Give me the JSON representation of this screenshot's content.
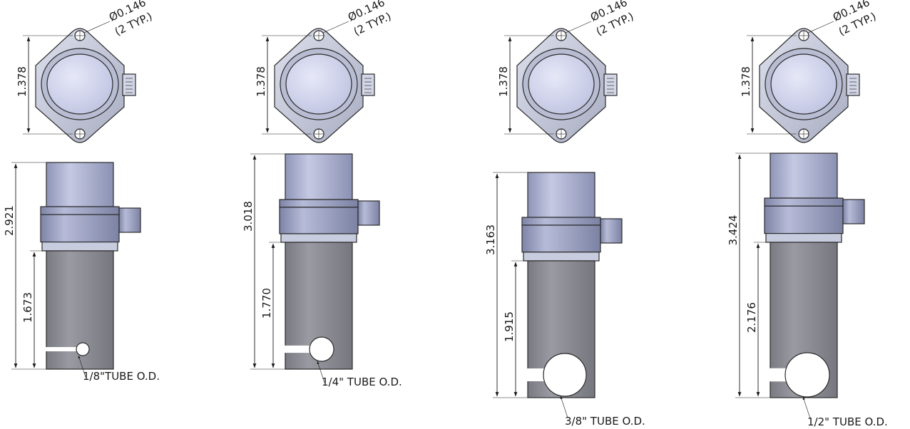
{
  "colors": {
    "flange": "#c6c9d9",
    "face": "#cfd2ea",
    "cap": "#aeb3d3",
    "collar": "#9ea4c6",
    "tube": "#8e8e96",
    "tube_shade": "#7b7b84",
    "line": "#1a1a1a"
  },
  "icons": {
    "mount_hole": "crosshair-circle",
    "connector": "connector-pins"
  },
  "views": [
    {
      "top": {
        "height_dim": "1.378",
        "hole_note_line1": "Ø0.146",
        "hole_note_line2": "(2 TYP.)"
      },
      "side": {
        "overall_dim": "2.921",
        "inlet_dim": "1.673",
        "tube_label": "1/8\"TUBE O.D."
      },
      "slot_size": 0.125
    },
    {
      "top": {
        "height_dim": "1.378",
        "hole_note_line1": "Ø0.146",
        "hole_note_line2": "(2 TYP.)"
      },
      "side": {
        "overall_dim": "3.018",
        "inlet_dim": "1.770",
        "tube_label": "1/4\" TUBE O.D."
      },
      "slot_size": 0.25
    },
    {
      "top": {
        "height_dim": "1.378",
        "hole_note_line1": "Ø0.146",
        "hole_note_line2": "(2 TYP.)"
      },
      "side": {
        "overall_dim": "3.163",
        "inlet_dim": "1.915",
        "tube_label": "3/8\" TUBE O.D."
      },
      "slot_size": 0.375
    },
    {
      "top": {
        "height_dim": "1.378",
        "hole_note_line1": "Ø0.146",
        "hole_note_line2": "(2 TYP.)"
      },
      "side": {
        "overall_dim": "3.424",
        "inlet_dim": "2.176",
        "tube_label": "1/2\" TUBE O.D."
      },
      "slot_size": 0.5
    }
  ]
}
